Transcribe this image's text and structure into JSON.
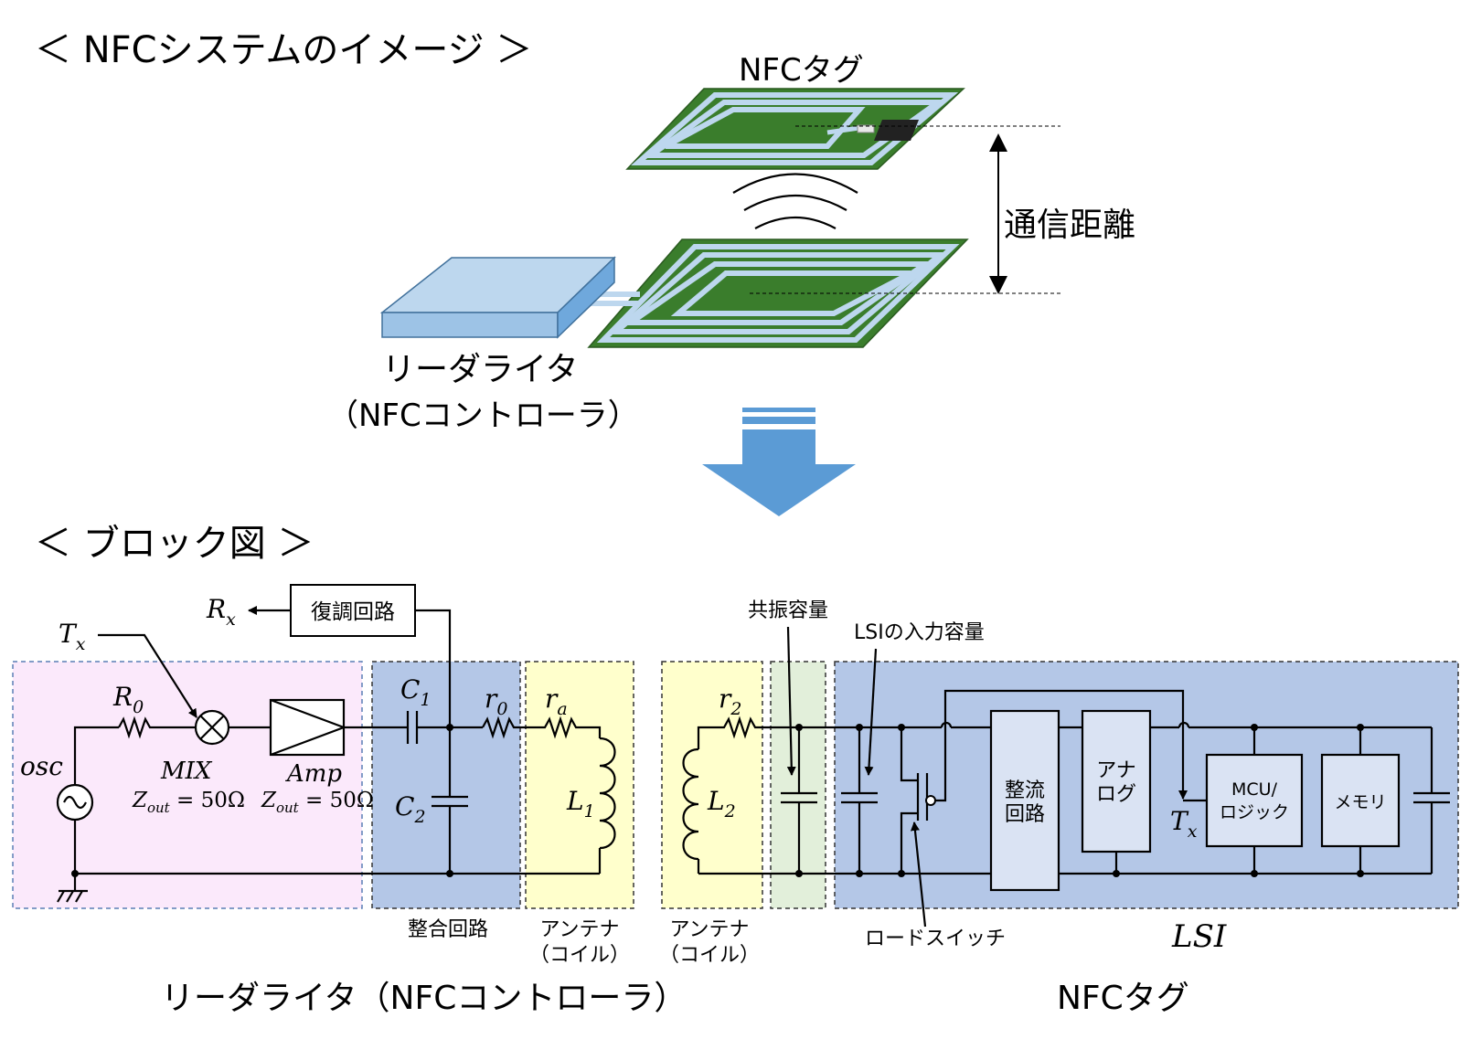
{
  "top": {
    "section_title": "＜ NFCシステムのイメージ ＞",
    "tag_label": "NFCタグ",
    "distance_label": "通信距離",
    "reader_label_1": "リーダライタ",
    "reader_label_2": "（NFCコントローラ）"
  },
  "block": {
    "section_title": "＜ ブロック図 ＞",
    "rx": "R",
    "rx_sub": "x",
    "tx": "T",
    "tx_sub": "x",
    "demod": "復調回路",
    "r0": "R",
    "r0_sub": "0",
    "mix": "MIX",
    "amp": "Amp",
    "osc": "osc",
    "zout_z": "Z",
    "zout_sub": "out",
    "zout_val": " = 50Ω",
    "c1": "C",
    "c1_sub": "1",
    "c2": "C",
    "c2_sub": "2",
    "r0s": "r",
    "r0s_sub": "0",
    "ra": "r",
    "ra_sub": "a",
    "l1": "L",
    "l1_sub": "1",
    "r2": "r",
    "r2_sub": "2",
    "l2": "L",
    "l2_sub": "2",
    "resonance_cap": "共振容量",
    "lsi_input_cap": "LSIの入力容量",
    "rectifier_1": "整流",
    "rectifier_2": "回路",
    "analog_1": "アナ",
    "analog_2": "ログ",
    "mcu_1": "MCU/",
    "mcu_2": "ロジック",
    "memory": "メモリ",
    "tag_tx": "T",
    "tag_tx_sub": "x",
    "matching_label": "整合回路",
    "antenna_label_1": "アンテナ",
    "antenna_label_2": "（コイル）",
    "load_switch": "ロードスイッチ",
    "lsi": "LSI",
    "reader_title": "リーダライタ（NFCコントローラ）",
    "tag_title": "NFCタグ"
  },
  "colors": {
    "reader_region": "#fbe9fb",
    "matching_region": "#b4c7e7",
    "antenna_region": "#ffffcc",
    "resonance_region": "#e2efda",
    "lsi_region": "#b4c7e7",
    "inner_box": "#dae3f3",
    "board_green": "#3a7d2c",
    "coil": "#bdd7ee",
    "reader_box": "#a9cce9",
    "arrow_blue": "#5b9bd5"
  }
}
